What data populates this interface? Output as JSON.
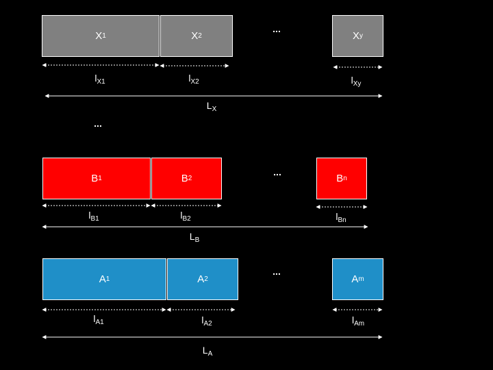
{
  "colors": {
    "x_box": "#808080",
    "b_box": "#ff0000",
    "a_box": "#1f8fc8",
    "background": "#000000",
    "line": "#ffffff"
  },
  "ellipsis": "...",
  "rows": {
    "x": {
      "boxes": [
        {
          "base": "X",
          "sub": "1"
        },
        {
          "base": "X",
          "sub": "2"
        },
        {
          "base": "X",
          "sub": "y"
        }
      ],
      "segments": [
        {
          "base": "l",
          "sub": "X1"
        },
        {
          "base": "l",
          "sub": "X2"
        },
        {
          "base": "l",
          "sub": "Xy"
        }
      ],
      "total": {
        "base": "L",
        "sub": "X"
      }
    },
    "b": {
      "boxes": [
        {
          "base": "B",
          "sub": "1"
        },
        {
          "base": "B",
          "sub": "2"
        },
        {
          "base": "B",
          "sub": "n"
        }
      ],
      "segments": [
        {
          "base": "l",
          "sub": "B1"
        },
        {
          "base": "l",
          "sub": "B2"
        },
        {
          "base": "l",
          "sub": "Bn"
        }
      ],
      "total": {
        "base": "L",
        "sub": "B"
      }
    },
    "a": {
      "boxes": [
        {
          "base": "A",
          "sub": "1"
        },
        {
          "base": "A",
          "sub": "2"
        },
        {
          "base": "A",
          "sub": "m"
        }
      ],
      "segments": [
        {
          "base": "l",
          "sub": "A1"
        },
        {
          "base": "l",
          "sub": "A2"
        },
        {
          "base": "l",
          "sub": "Am"
        }
      ],
      "total": {
        "base": "L",
        "sub": "A"
      }
    }
  }
}
